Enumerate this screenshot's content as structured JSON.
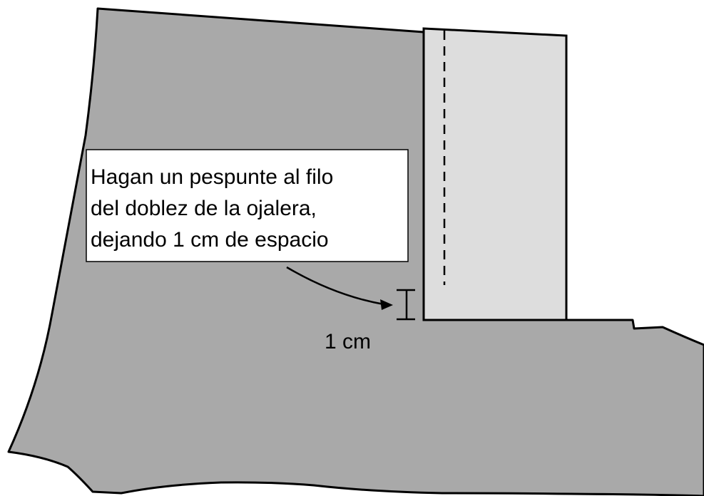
{
  "diagram": {
    "callout_lines": [
      "Hagan un pespunte al filo",
      "del doblez de la ojalera,",
      "dejando 1 cm de espacio"
    ],
    "measurement_label": "1 cm",
    "colors": {
      "fabric": "#a9a9a9",
      "placket": "#dddddd",
      "outline": "#000000",
      "callout_background": "#ffffff"
    },
    "icons": {
      "arrow": "arrowhead",
      "measure": "i-beam-dimension"
    }
  }
}
